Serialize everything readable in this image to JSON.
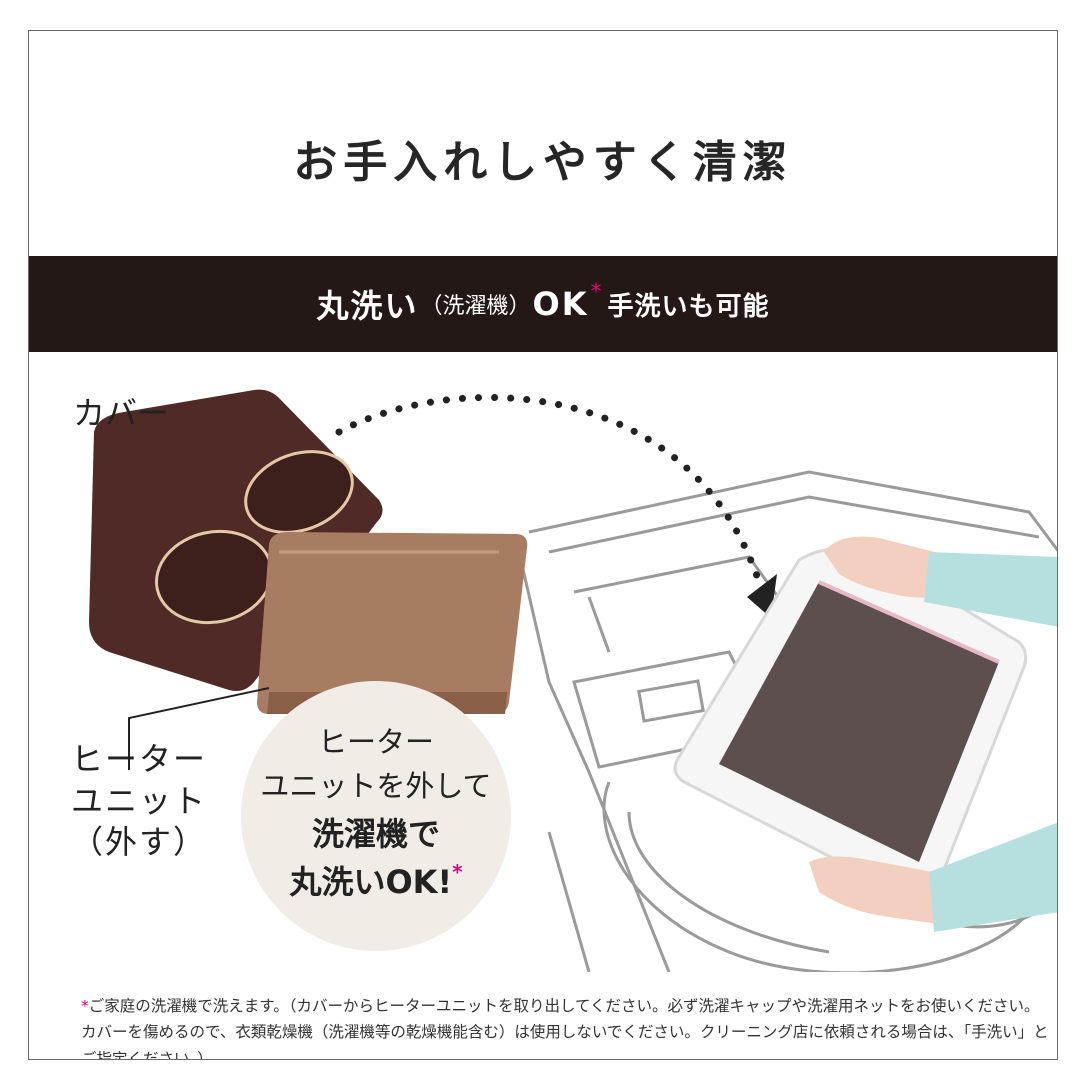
{
  "title": "お手入れしやすく清潔",
  "band": {
    "part1": "丸洗い",
    "part2": "（洗濯機）",
    "part3": "OK",
    "asterisk": "*",
    "part4": "手洗いも可能"
  },
  "labels": {
    "cover": "カバー",
    "heater_line1": "ヒーター",
    "heater_line2": "ユニット",
    "heater_line3": "（外す）"
  },
  "bubble": {
    "line1": "ヒーター",
    "line2": "ユニットを外して",
    "line3": "洗濯機で",
    "line4": "丸洗いOK!",
    "asterisk": "*"
  },
  "footnote": {
    "asterisk": "*",
    "text": "ご家庭の洗濯機で洗えます。（カバーからヒーターユニットを取り出してください。必ず洗濯キャップや洗濯用ネットをお使いください。カバーを傷めるので、衣類乾燥機（洗濯機等の乾燥機能含む）は使用しないでください。クリーニング店に依頼される場合は、「手洗い」とご指定ください。）"
  },
  "colors": {
    "band": "#231815",
    "accent": "#e4007f",
    "cover": "#4f2a26",
    "heater": "#a77c62",
    "bubble": "#f1ece6"
  }
}
